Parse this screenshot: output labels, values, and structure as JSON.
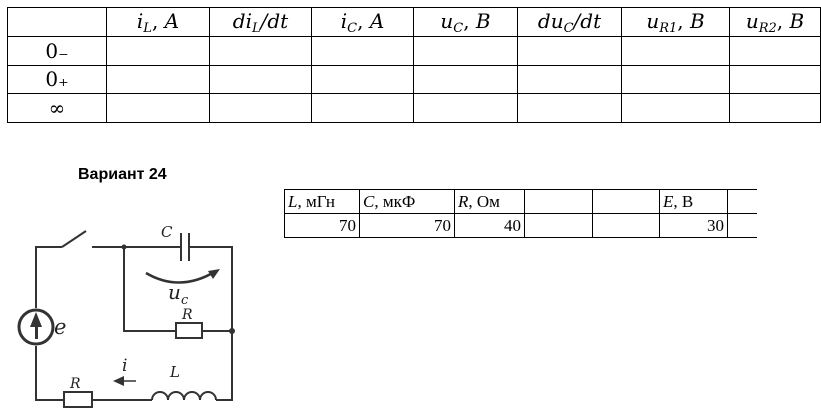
{
  "results_table": {
    "columns": [
      "i_L, A",
      "di_L/dt",
      "i_C, A",
      "u_C, B",
      "du_C/dt",
      "u_R1, B",
      "u_R2, B"
    ],
    "rows": [
      "0₋",
      "0₊",
      "∞"
    ]
  },
  "variant": {
    "title": "Вариант 24"
  },
  "params": {
    "headers": [
      {
        "sym": "L",
        "unit": ", мГн"
      },
      {
        "sym": "C",
        "unit": ", мкФ"
      },
      {
        "sym": "R",
        "unit": ", Ом"
      },
      {
        "sym": "",
        "unit": ""
      },
      {
        "sym": "",
        "unit": ""
      },
      {
        "sym": "E",
        "unit": ", В"
      },
      {
        "sym": "",
        "unit": ""
      }
    ],
    "values": [
      "70",
      "70",
      "40",
      "",
      "",
      "30",
      ""
    ]
  },
  "circuit": {
    "labels": {
      "capacitor": "C",
      "voltage": "u",
      "voltage_sub": "c",
      "resistor_top": "R",
      "resistor_bottom": "R",
      "inductor": "L",
      "current": "i",
      "source": "e"
    }
  }
}
